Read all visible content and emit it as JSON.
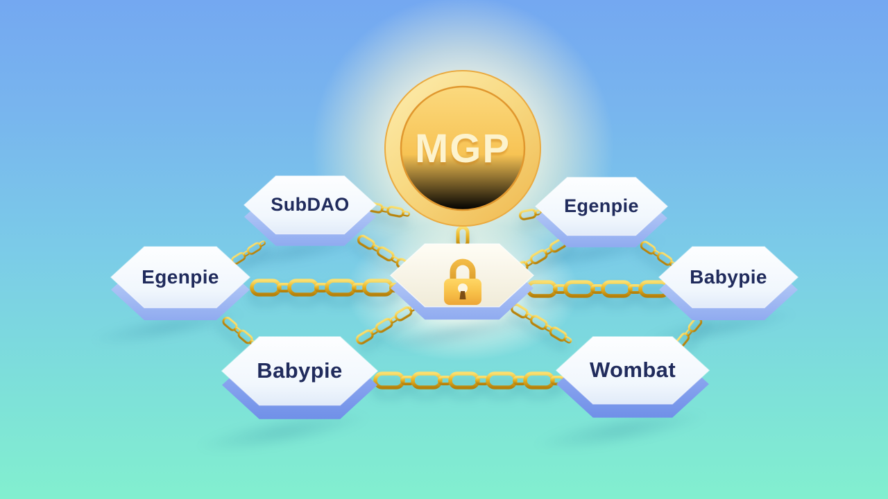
{
  "diagram": {
    "title_hint": "MGP token locking ecosystem diagram",
    "coin": {
      "label": "MGP"
    },
    "center": {
      "icon": "padlock-icon"
    },
    "nodes": [
      {
        "label": "SubDAO",
        "position": "top-left"
      },
      {
        "label": "Egenpie",
        "position": "top-right"
      },
      {
        "label": "Egenpie",
        "position": "middle-left"
      },
      {
        "label": "Babypie",
        "position": "middle-right"
      },
      {
        "label": "Babypie",
        "position": "bottom-left"
      },
      {
        "label": "Wombat",
        "position": "bottom-right"
      }
    ],
    "colors": {
      "background_top": "#74a8f1",
      "background_middle": "#7bcbe8",
      "background_bottom": "#82efcf",
      "coin_gold": "#f7c354",
      "chain_gold": "#e7b224",
      "label_navy": "#202b5c",
      "hexagon_face": "#f4f9fe",
      "hexagon_side": "#7e99ea"
    }
  }
}
